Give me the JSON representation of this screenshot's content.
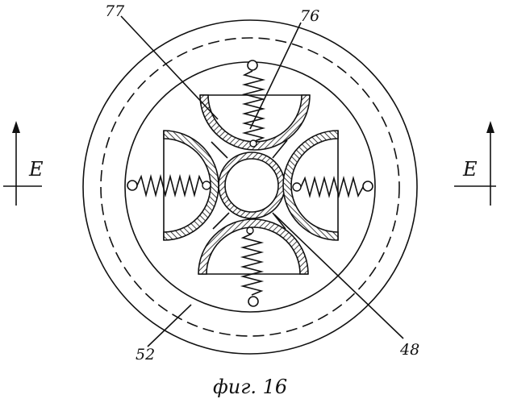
{
  "figure": {
    "caption": "фиг. 16",
    "section_left": "E",
    "section_right": "E",
    "labels": {
      "part_77": "77",
      "part_76": "76",
      "part_48": "48",
      "part_52": "52"
    },
    "colors": {
      "ink": "#111111",
      "background": "#ffffff"
    }
  }
}
